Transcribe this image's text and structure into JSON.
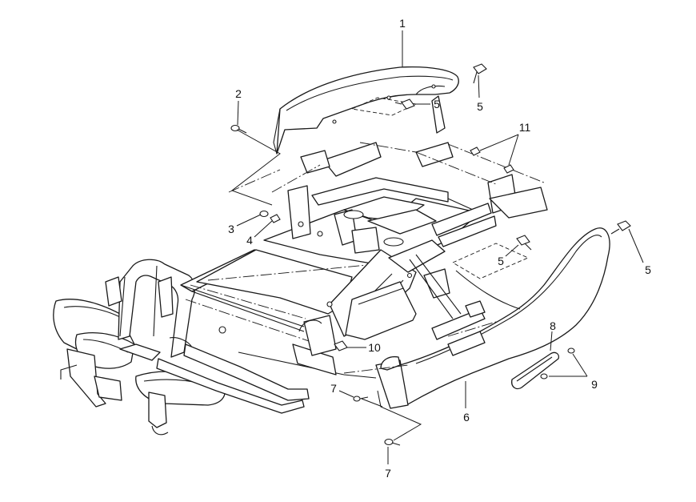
{
  "callouts": [
    {
      "id": "c1",
      "label": "1"
    },
    {
      "id": "c2",
      "label": "2"
    },
    {
      "id": "c3",
      "label": "3"
    },
    {
      "id": "c4",
      "label": "4"
    },
    {
      "id": "c5a",
      "label": "5"
    },
    {
      "id": "c5b",
      "label": "5"
    },
    {
      "id": "c5c",
      "label": "5"
    },
    {
      "id": "c5d",
      "label": "5"
    },
    {
      "id": "c6",
      "label": "6"
    },
    {
      "id": "c7a",
      "label": "7"
    },
    {
      "id": "c7b",
      "label": "7"
    },
    {
      "id": "c8",
      "label": "8"
    },
    {
      "id": "c9",
      "label": "9"
    },
    {
      "id": "c10",
      "label": "10"
    },
    {
      "id": "c11",
      "label": "11"
    }
  ]
}
